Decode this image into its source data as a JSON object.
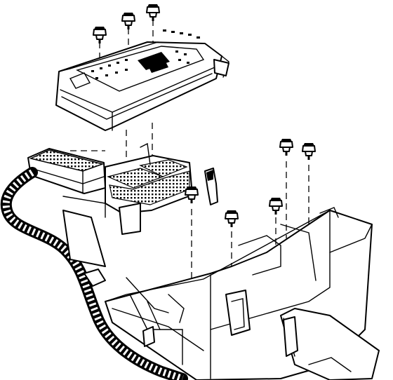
{
  "figure": {
    "subject": "exploded-assembly-line-drawing",
    "colors": {
      "ink": "#000000",
      "paper": "#ffffff"
    },
    "parts": {
      "upper_bolts": 3,
      "lower_bolts": 5,
      "connectors": 1,
      "harness": 1
    }
  }
}
